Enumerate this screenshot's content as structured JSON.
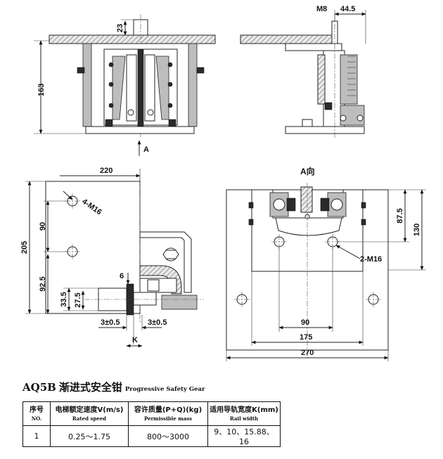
{
  "drawing": {
    "front_view": {
      "dims": {
        "top": "23",
        "height": "163"
      },
      "view_arrow": "A"
    },
    "side_view": {
      "dims": {
        "bolt": "M8",
        "offset": "44.5"
      }
    },
    "plan_view": {
      "dims": {
        "width": "220",
        "hole": "4-M16",
        "v_spacing": "90",
        "height": "205",
        "lower": "92.5",
        "step1": "33.5",
        "step2": "27.5",
        "gap_small": "6",
        "clear1": "3±0.5",
        "clear2": "3±0.5",
        "rail_k": "K"
      }
    },
    "view_a": {
      "title": "A向",
      "dims": {
        "v1": "87.5",
        "v2": "130",
        "hole": "2-M16",
        "h1": "90",
        "h2": "175",
        "h3": "270"
      }
    }
  },
  "title": {
    "model": "AQ5B",
    "name_cn": "渐进式安全钳",
    "name_en": "Progressive Safety Gear"
  },
  "table": {
    "headers": [
      {
        "zh": "序号",
        "en": "NO."
      },
      {
        "zh": "电梯额定速度V(m/s)",
        "en": "Rated speed"
      },
      {
        "zh": "容许质量(P+Q)(kg)",
        "en": "Permissible mass"
      },
      {
        "zh": "适用导轨宽度K(mm)",
        "en": "Rail width"
      }
    ],
    "rows": [
      [
        "1",
        "0.25～1.75",
        "800～3000",
        "9、10、15.88、16"
      ]
    ]
  }
}
